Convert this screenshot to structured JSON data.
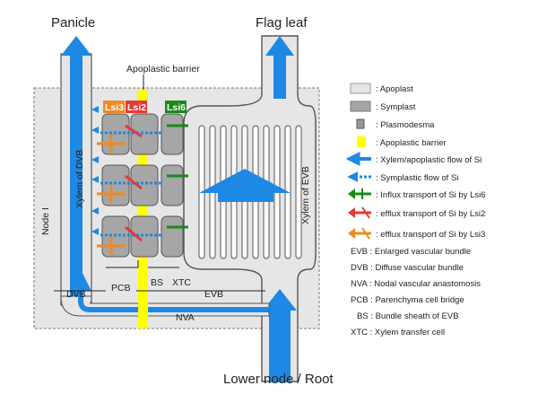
{
  "labels": {
    "panicle": "Panicle",
    "flag_leaf": "Flag leaf",
    "lower_node_root": "Lower node / Root",
    "apoplastic_barrier": "Apoplastic barrier",
    "xylem_dvb": "Xylem of DVB",
    "xylem_evb": "Xylem of EVB",
    "node_i": "Node I",
    "lsi3": "Lsi3",
    "lsi2": "Lsi2",
    "lsi6": "Lsi6",
    "bs": "BS",
    "xtc": "XTC",
    "pcb": "PCB",
    "dvb": "DVB",
    "evb": "EVB",
    "nva": "NVA"
  },
  "legend": [
    {
      "icon": "apoplast-swatch",
      "text": ": Apoplast"
    },
    {
      "icon": "symplast-swatch",
      "text": ": Symplast"
    },
    {
      "icon": "plasmodesma-symbol",
      "text": ": Plasmodesma"
    },
    {
      "icon": "apoplastic-barrier-swatch",
      "text": ": Apoplastic barrier"
    },
    {
      "icon": "xylem-flow-arrow",
      "text": ": Xylem/apoplastic flow of Si"
    },
    {
      "icon": "symplastic-flow-arrow",
      "text": ": Symplastic flow of Si"
    },
    {
      "icon": "lsi6-influx-arrow",
      "text": ": Influx transport of Si by Lsi6"
    },
    {
      "icon": "lsi2-efflux-arrow",
      "text": ": efflux transport of Si by Lsi2"
    },
    {
      "icon": "lsi3-efflux-arrow",
      "text": ": efflux transport of Si by Lsi3"
    }
  ],
  "abbreviations": [
    {
      "abbr": "EVB",
      "text": ": Enlarged vascular bundle"
    },
    {
      "abbr": "DVB",
      "text": ": Diffuse vascular bundle"
    },
    {
      "abbr": "NVA",
      "text": ": Nodal vascular anastomosis"
    },
    {
      "abbr": "PCB",
      "text": ": Parenchyma cell bridge"
    },
    {
      "abbr": "BS",
      "text": ": Bundle sheath of EVB"
    },
    {
      "abbr": "XTC",
      "text": ": Xylem transfer cell"
    }
  ],
  "colors": {
    "apoplast": "#e6e6e6",
    "symplast": "#a6a6a6",
    "barrier": "#ffff00",
    "xylem_flow": "#1e88e5",
    "lsi6": "#1a8a1a",
    "lsi2": "#e53935",
    "lsi3": "#ef8a22"
  }
}
